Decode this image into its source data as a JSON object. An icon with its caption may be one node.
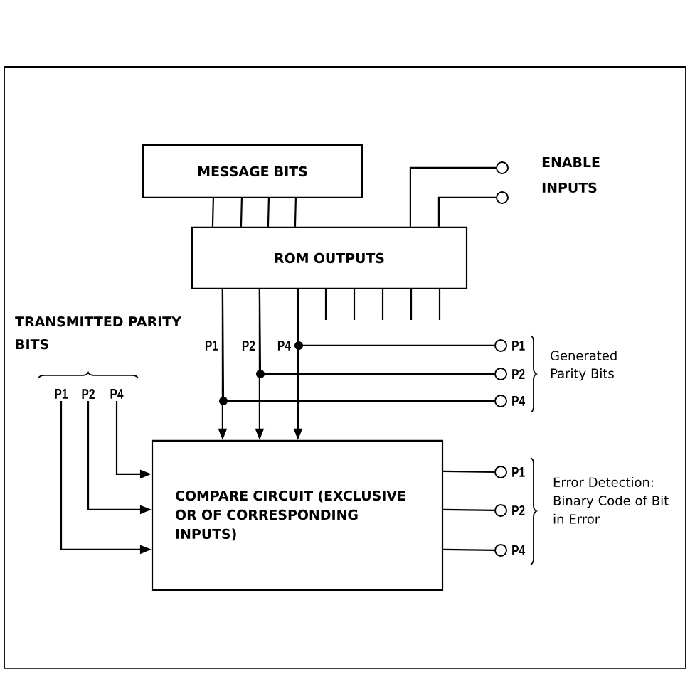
{
  "diagram": {
    "nodes": [
      {
        "text": [
          "MESSAGE BITS"
        ]
      },
      {
        "text": [],
        "shape": "circle"
      },
      {
        "text": [],
        "shape": "circle"
      },
      {
        "text": [
          "ROM OUTPUTS"
        ]
      },
      {
        "text": [
          "P1"
        ]
      },
      {
        "text": [
          "P2"
        ]
      },
      {
        "text": [
          "P4"
        ]
      },
      {
        "text": [],
        "shape": "circle",
        "beside": [
          "P1"
        ]
      },
      {
        "text": [],
        "shape": "circle",
        "beside": [
          "P2"
        ]
      },
      {
        "text": [],
        "shape": "circle",
        "beside": [
          "P4"
        ]
      },
      {
        "text": [
          "COMPARE CIRCUIT (EXCLUSIVE OR OF CORRESPONDING INPUTS)"
        ]
      },
      {
        "text": [],
        "shape": "circle",
        "beside": [
          "P1"
        ]
      },
      {
        "text": [],
        "shape": "circle",
        "beside": [
          "P2"
        ]
      },
      {
        "text": [],
        "shape": "circle",
        "beside": [
          "P4"
        ]
      }
    ],
    "edges": [
      {
        "from": 0,
        "to": 3,
        "arrow": "none"
      },
      {
        "from": 0,
        "to": 3,
        "arrow": "none"
      },
      {
        "from": 0,
        "to": 3,
        "arrow": "none"
      },
      {
        "from": 0,
        "to": 3,
        "arrow": "none"
      },
      {
        "from": 1,
        "to": 3,
        "arrow": "none"
      },
      {
        "from": 2,
        "to": 3,
        "arrow": "none"
      },
      {
        "from": 3,
        "to": 10,
        "arrow": "to",
        "label": "P1"
      },
      {
        "from": 3,
        "to": 10,
        "arrow": "to",
        "label": "P2"
      },
      {
        "from": 3,
        "to": 10,
        "arrow": "to",
        "label": "P4"
      },
      {
        "from": 3,
        "to": 7,
        "arrow": "none"
      },
      {
        "from": 3,
        "to": 8,
        "arrow": "none"
      },
      {
        "from": 3,
        "to": 9,
        "arrow": "none"
      },
      {
        "from": 4,
        "to": 10,
        "arrow": "to"
      },
      {
        "from": 5,
        "to": 10,
        "arrow": "to"
      },
      {
        "from": 6,
        "to": 10,
        "arrow": "to"
      },
      {
        "from": 10,
        "to": 11,
        "arrow": "none"
      },
      {
        "from": 10,
        "to": 12,
        "arrow": "none"
      },
      {
        "from": 10,
        "to": 13,
        "arrow": "none"
      }
    ],
    "labels": [
      "ENABLE INPUTS",
      "TRANSMITTED PARITY BITS",
      "Generated Parity Bits",
      "Error Detection: Binary Code of Bit in Error"
    ]
  }
}
